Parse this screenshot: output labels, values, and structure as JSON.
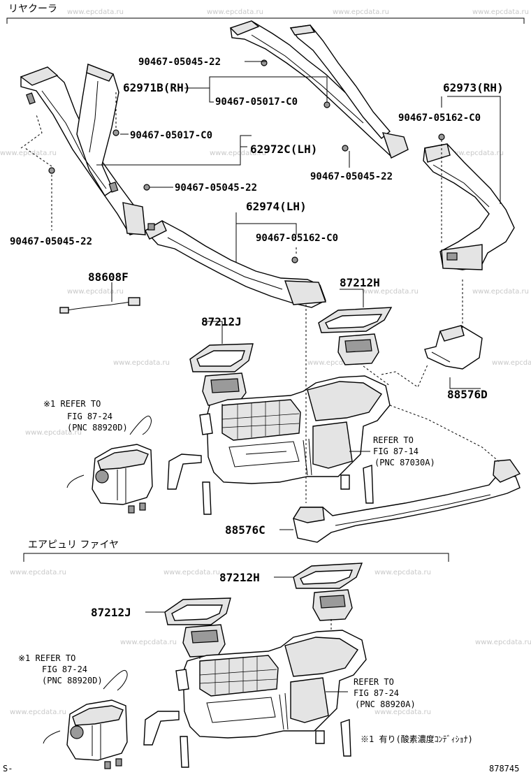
{
  "sections": {
    "rear_cooler_title": "リヤクーラ",
    "air_purifier_title": "エアピュリ ファイヤ"
  },
  "parts": {
    "p90467_05045_22_a": "90467-05045-22",
    "p62971B": "62971B(RH)",
    "p90467_05017_C0_a": "90467-05017-C0",
    "p90467_05017_C0_b": "90467-05017-C0",
    "p62972C": "62972C(LH)",
    "p90467_05045_22_b": "90467-05045-22",
    "p90467_05045_22_c": "90467-05045-22",
    "p62974": "62974(LH)",
    "p90467_05162_C0_a": "90467-05162-C0",
    "p62973": "62973(RH)",
    "p90467_05162_C0_b": "90467-05162-C0",
    "p90467_05045_22_d": "90467-05045-22",
    "p88608F": "88608F",
    "p87212H_a": "87212H",
    "p87212J_a": "87212J",
    "p88576D": "88576D",
    "p88576C": "88576C",
    "p87212H_b": "87212H",
    "p87212J_b": "87212J"
  },
  "references": {
    "ref1_l1": "※1 REFER TO",
    "ref1_l2": "FIG 87-24",
    "ref1_l3": "(PNC 88920D)",
    "ref2_l1": "REFER TO",
    "ref2_l2": "FIG 87-14",
    "ref2_l3": "(PNC 87030A)",
    "ref3_l1": "※1 REFER TO",
    "ref3_l2": "FIG 87-24",
    "ref3_l3": "(PNC 88920D)",
    "ref4_l1": "REFER TO",
    "ref4_l2": "FIG 87-24",
    "ref4_l3": "(PNC 88920A)"
  },
  "footnote": "※1 有り(酸素濃度ｺﾝﾃﾞｨｼｮﾅ)",
  "corner_left": "S-",
  "corner_right": "878745",
  "watermark": "www.epcdata.ru"
}
